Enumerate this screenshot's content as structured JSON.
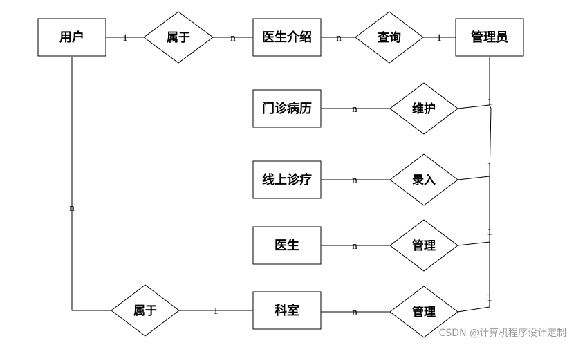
{
  "entities": {
    "user": "用户",
    "doctor_intro": "医生介绍",
    "admin": "管理员",
    "outpatient_record": "门诊病历",
    "online_treatment": "线上诊疗",
    "doctor": "医生",
    "department": "科室"
  },
  "relationships": {
    "belongs_top": "属于",
    "query": "查询",
    "maintain": "维护",
    "enter": "录入",
    "manage_doctor": "管理",
    "manage_dept": "管理",
    "belongs_bottom": "属于"
  },
  "cardinalities": {
    "user_belongs": "1",
    "belongs_intro": "n",
    "intro_query": "n",
    "query_admin": "1",
    "record_maintain": "n",
    "maintain_admin": "1",
    "treatment_enter": "n",
    "enter_admin": "1",
    "doctor_manage": "n",
    "manage_admin": "1",
    "dept_manage": "n",
    "manage2_admin": "1",
    "user_belongs2": "n",
    "belongs2_dept": "1"
  },
  "watermark": "CSDN @计算机程序设计定制"
}
